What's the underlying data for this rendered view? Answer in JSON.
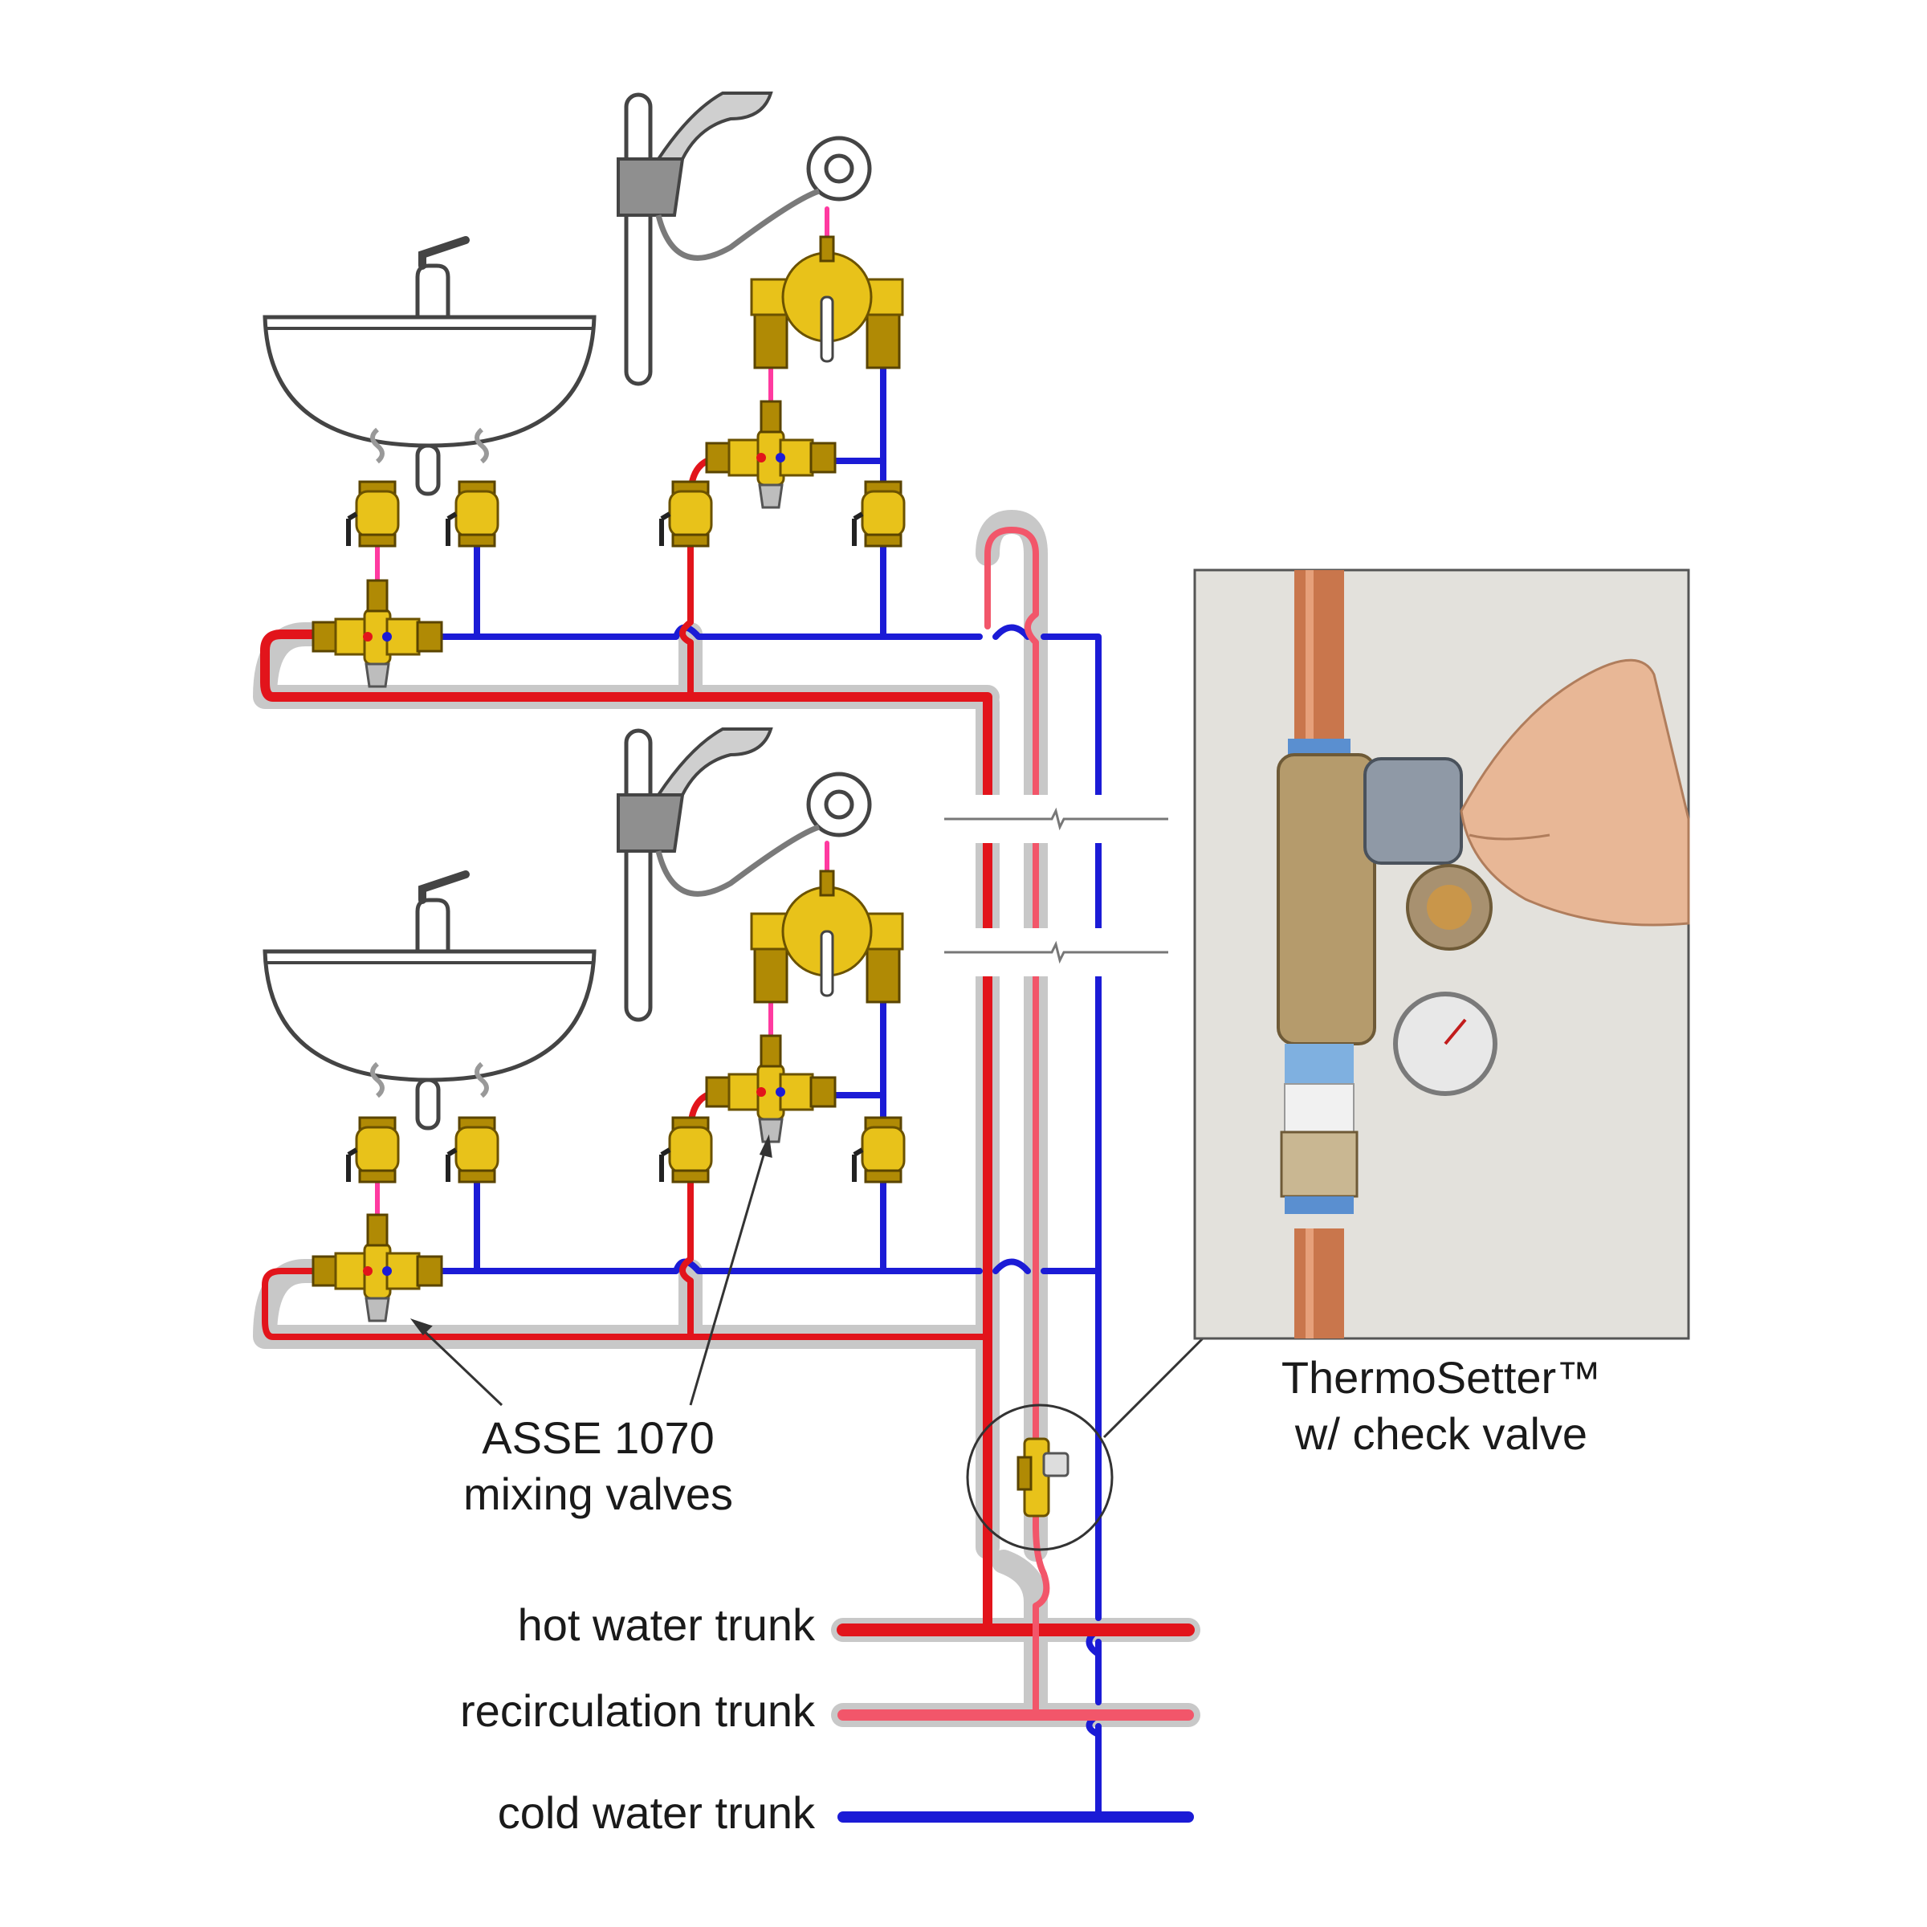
{
  "labels": {
    "mixing_valves_line1": "ASSE 1070",
    "mixing_valves_line2": "mixing valves",
    "thermosetter_line1": "ThermoSetter™",
    "thermosetter_line2": "w/ check valve",
    "hot_trunk": "hot water trunk",
    "recirc_trunk": "recirculation trunk",
    "cold_trunk": "cold water trunk"
  },
  "colors": {
    "hot": "#e2141b",
    "recirculation": "#f2566a",
    "cold": "#1b1bd6",
    "mixed": "#ff3aa0",
    "brass": "#e8c21a"
  }
}
